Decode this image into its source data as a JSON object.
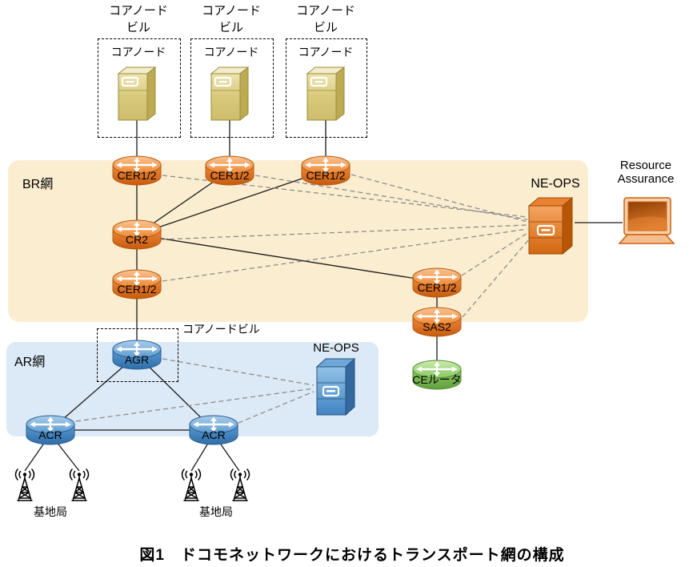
{
  "caption": "図1　ドコモネットワークにおけるトランスポート網の構成",
  "regions": {
    "br": "BR網",
    "ar": "AR網"
  },
  "core_buildings": {
    "label_line1": "コアノード",
    "label_line2": "ビル",
    "inner_label": "コアノード"
  },
  "agr_building": "コアノードビル",
  "nodes": {
    "cer_top_1": "CER1/2",
    "cer_top_2": "CER1/2",
    "cer_top_3": "CER1/2",
    "cr2": "CR2",
    "cer_mid": "CER1/2",
    "cer_right": "CER1/2",
    "sas2": "SAS2",
    "ce_router": "CEルータ",
    "agr": "AGR",
    "acr_left": "ACR",
    "acr_right": "ACR"
  },
  "mgmt": {
    "ne_ops_br": "NE-OPS",
    "ne_ops_ar": "NE-OPS",
    "ra_line1": "Resource",
    "ra_line2": "Assurance"
  },
  "base_station_left": "基地局",
  "base_station_right": "基地局",
  "colors": {
    "br_region": "#FBEED0",
    "ar_region": "#DCE9F6",
    "router_orange": "#E8792C",
    "router_blue": "#4E8FC7",
    "router_green": "#7FC95B",
    "server_gold": "#D6C87E",
    "server_orange": "#E8792C",
    "server_blue": "#4E9AD0",
    "dashed_line": "#8C8C8C"
  }
}
